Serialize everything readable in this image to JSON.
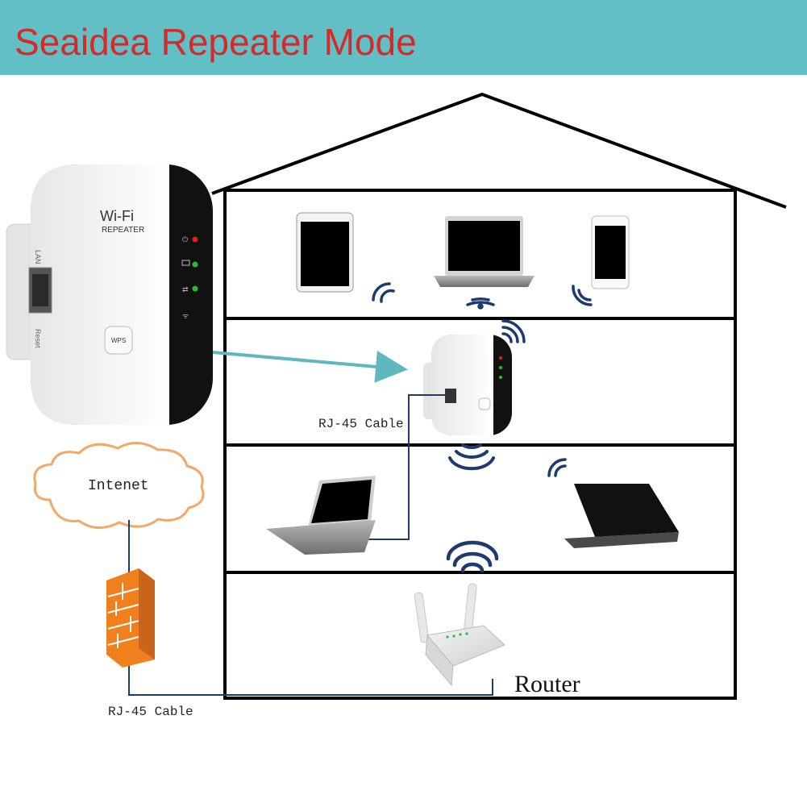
{
  "banner": {
    "title": "Seaidea Repeater Mode",
    "background": "#62bfc5",
    "title_color": "#d42a2a"
  },
  "repeater": {
    "brand": "Wi-Fi",
    "model": "REPEATER",
    "port_lan": "LAN",
    "port_reset": "Reset",
    "wps_button": "WPS"
  },
  "labels": {
    "cable_upper": "RJ-45 Cable",
    "cloud": "Intenet",
    "cable_lower": "RJ-45 Cable",
    "router": "Router"
  },
  "colors": {
    "arrow": "#5fb8bd",
    "cable": "#1f3a6e",
    "led_red": "#e02020",
    "led_green": "#22c03a",
    "firewall": "#f07f1e",
    "cloud_stroke": "#f0a96a"
  },
  "icons": [
    "wifi-signal-icon",
    "firewall-icon",
    "cloud-icon",
    "tablet-icon",
    "laptop-icon",
    "phone-icon",
    "router-icon"
  ]
}
